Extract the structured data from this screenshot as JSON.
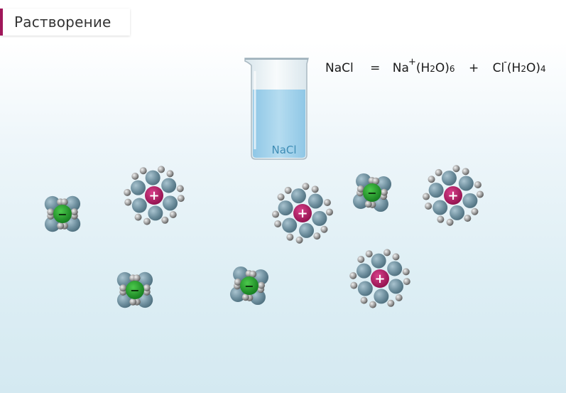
{
  "title": "Растворение",
  "beaker": {
    "label": "NaCl"
  },
  "equation": {
    "lhs": "NaCl",
    "eq": "=",
    "na": "Na",
    "na_charge": "+",
    "h2o_open": "(H",
    "h2o_sub": "2",
    "h2o_close": "O)",
    "na_count": "6",
    "plus": "+",
    "cl": "Cl",
    "cl_charge": "-",
    "cl_count": "4"
  },
  "ions": {
    "cation_symbol": "+",
    "anion_symbol": "−",
    "cation_color": "#b0145e",
    "anion_color": "#1e9a2a",
    "water_oxygen_color": "#6e8f9e",
    "water_hydrogen_color": "#9a9a9a"
  }
}
